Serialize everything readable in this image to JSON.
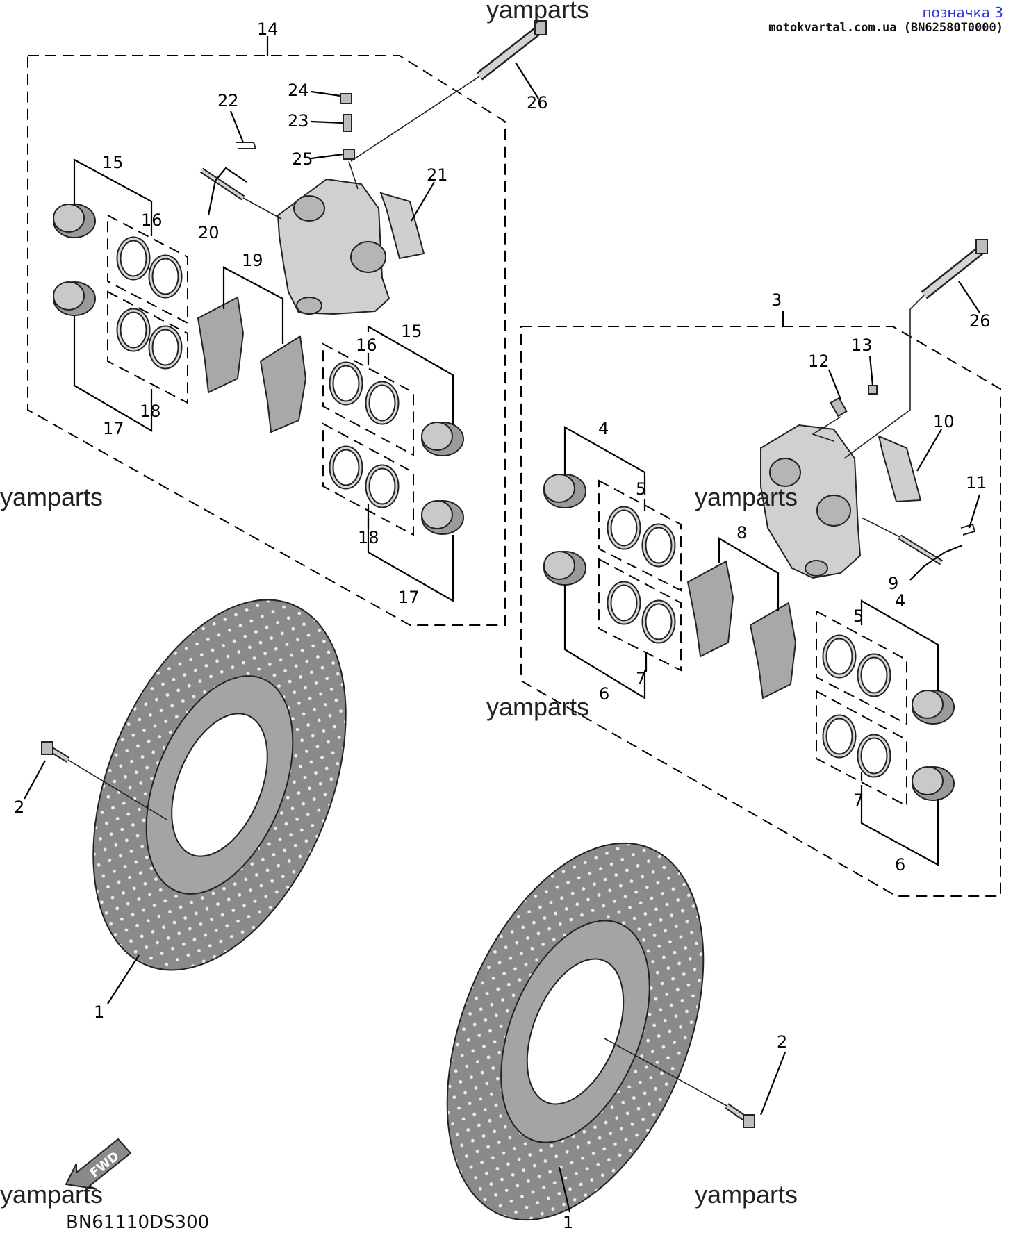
{
  "header": {
    "tag": "позначка 3",
    "source": "motokvartal.com.ua (BN62580T0000)"
  },
  "watermark": "yamparts",
  "diagram_code": "BN61110DS300",
  "fwd_label": "FWD",
  "callouts": {
    "c1": "1",
    "c2": "2",
    "c3": "3",
    "c4": "4",
    "c5": "5",
    "c6": "6",
    "c7": "7",
    "c8": "8",
    "c9": "9",
    "c10": "10",
    "c11": "11",
    "c12": "12",
    "c13": "13",
    "c14": "14",
    "c15": "15",
    "c16": "16",
    "c17": "17",
    "c18": "18",
    "c19": "19",
    "c20": "20",
    "c21": "21",
    "c22": "22",
    "c23": "23",
    "c24": "24",
    "c25": "25",
    "c26": "26"
  },
  "colors": {
    "tag": "#2b35d8",
    "disc": "#8a8a8a",
    "part": "#bdbdbd"
  }
}
